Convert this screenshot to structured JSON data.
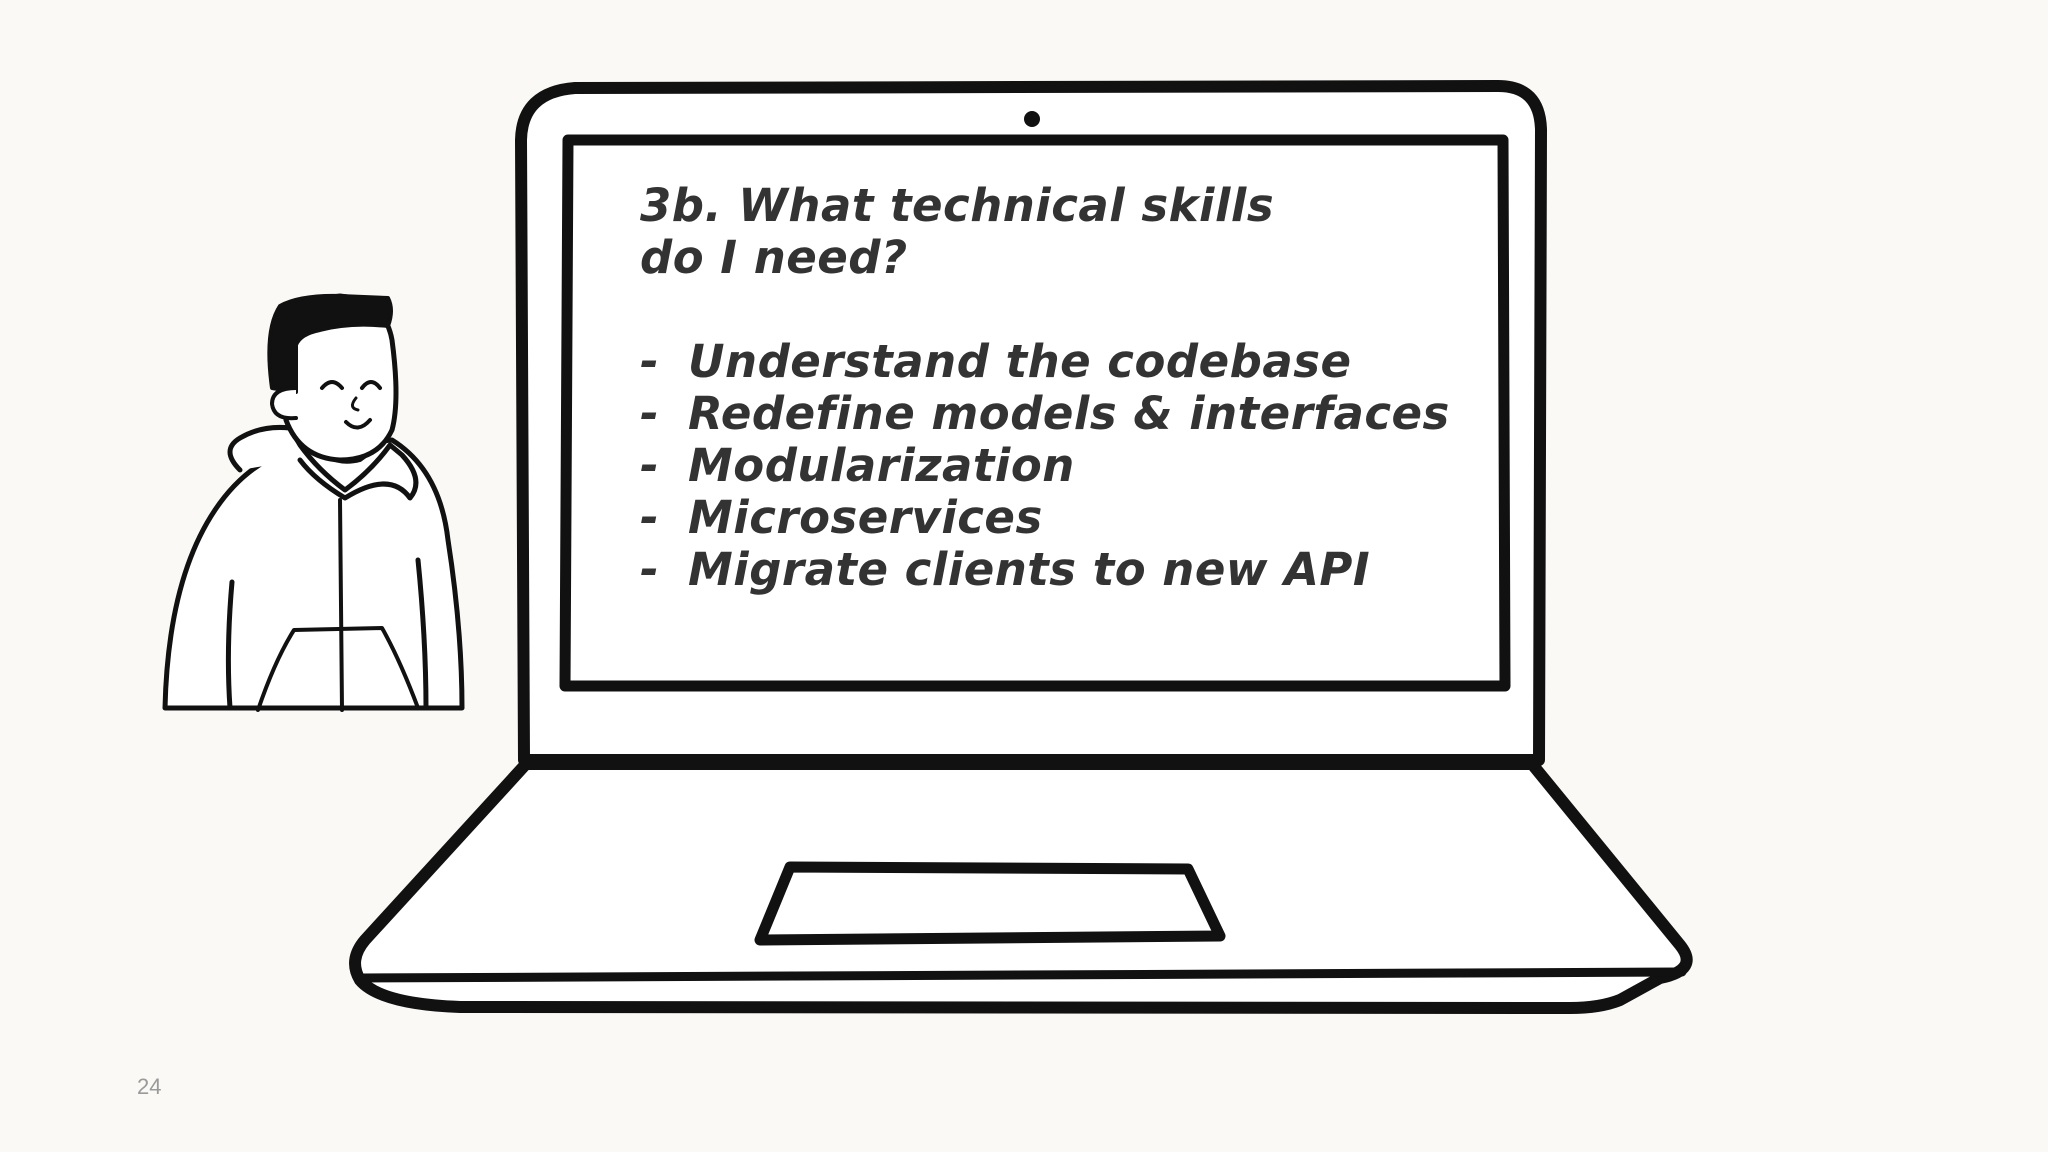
{
  "slide": {
    "title": "3b. What technical skills do I need?",
    "skills": [
      "Understand the codebase",
      "Redefine models & interfaces",
      "Modularization",
      "Microservices",
      "Migrate clients to new API"
    ],
    "bullet": "-",
    "page_number": "24"
  },
  "illustrations": {
    "laptop": "laptop-illustration",
    "person": "person-in-hoodie-illustration"
  },
  "colors": {
    "background": "#faf9f6",
    "ink": "#111111",
    "text": "#333333",
    "page_number": "#9a9a9a"
  }
}
